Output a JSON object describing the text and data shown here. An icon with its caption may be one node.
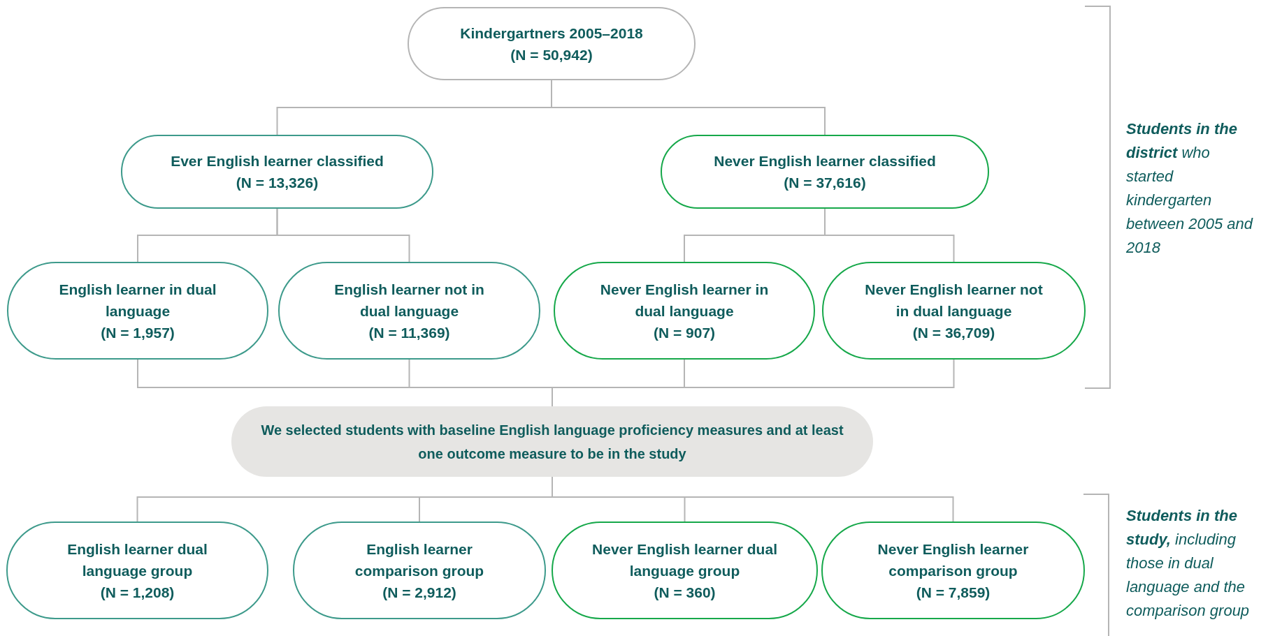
{
  "diagram": {
    "nodes": [
      {
        "text": [
          "Kindergartners 2005–2018",
          "(N = 50,942)"
        ]
      },
      {
        "text": [
          "Ever English learner classified",
          "(N = 13,326)"
        ]
      },
      {
        "text": [
          "Never English learner classified",
          "(N = 37,616)"
        ]
      },
      {
        "text": [
          "English learner in dual language",
          "(N = 1,957)"
        ]
      },
      {
        "text": [
          "English learner not in dual language",
          "(N = 11,369)"
        ]
      },
      {
        "text": [
          "Never English learner in dual language",
          "(N = 907)"
        ]
      },
      {
        "text": [
          "Never English learner not in dual language",
          "(N = 36,709)"
        ]
      },
      {
        "text": [
          "We selected students with baseline English language proficiency measures and at least one outcome measure to be in the study"
        ]
      },
      {
        "text": [
          "English learner dual language group",
          "(N = 1,208)"
        ]
      },
      {
        "text": [
          "English learner comparison group",
          "(N = 2,912)"
        ]
      },
      {
        "text": [
          "Never English learner dual language group",
          "(N = 360)"
        ]
      },
      {
        "text": [
          "Never English learner comparison group",
          "(N = 7,859)"
        ]
      }
    ],
    "edges": [
      {
        "from": 0,
        "to": 1,
        "arrow": "none"
      },
      {
        "from": 0,
        "to": 2,
        "arrow": "none"
      },
      {
        "from": 1,
        "to": 3,
        "arrow": "none"
      },
      {
        "from": 1,
        "to": 4,
        "arrow": "none"
      },
      {
        "from": 2,
        "to": 5,
        "arrow": "none"
      },
      {
        "from": 2,
        "to": 6,
        "arrow": "none"
      },
      {
        "from": 3,
        "to": 7,
        "arrow": "none"
      },
      {
        "from": 4,
        "to": 7,
        "arrow": "none"
      },
      {
        "from": 5,
        "to": 7,
        "arrow": "none"
      },
      {
        "from": 6,
        "to": 7,
        "arrow": "none"
      },
      {
        "from": 7,
        "to": 8,
        "arrow": "none"
      },
      {
        "from": 7,
        "to": 9,
        "arrow": "none"
      },
      {
        "from": 7,
        "to": 10,
        "arrow": "none"
      },
      {
        "from": 7,
        "to": 11,
        "arrow": "none"
      }
    ],
    "labels": [
      "**Students in the district** who started kindergarten between 2005 and 2018",
      "**Students in the study,** including those in dual language and the comparison group"
    ]
  }
}
